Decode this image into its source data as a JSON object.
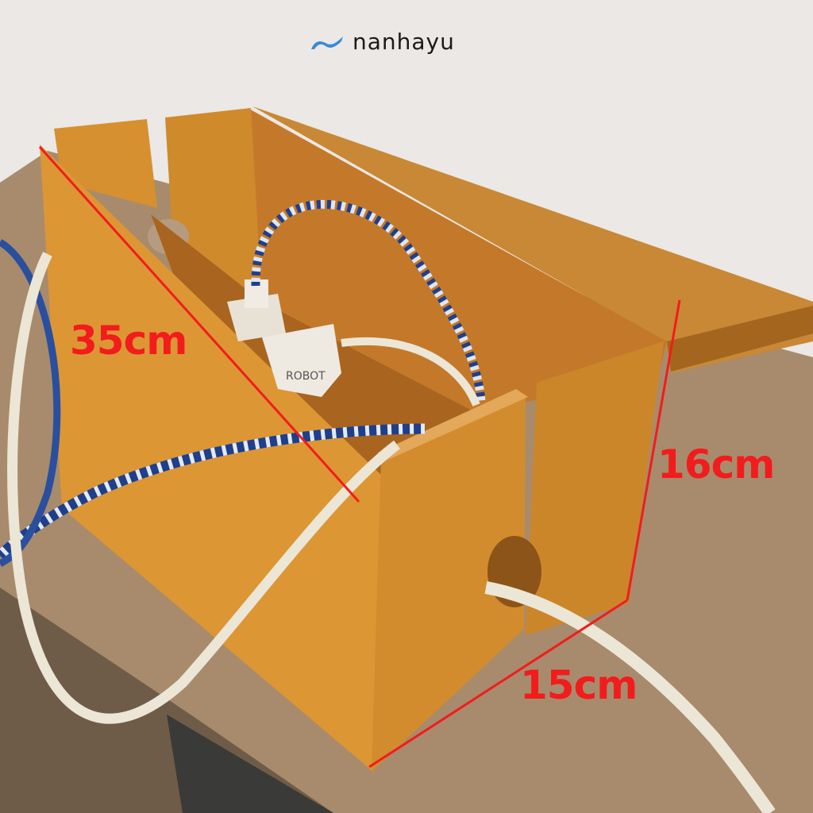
{
  "brand": {
    "name": "nanhayu",
    "accent": "#3a8ad6"
  },
  "charger_label": "ROBOT",
  "dimensions": {
    "length": "35cm",
    "height": "16cm",
    "width": "15cm"
  },
  "colors": {
    "wood": "#d9922e",
    "desk": "#a88b6c",
    "wall": "#ebe8e5",
    "dimension_line": "#f21c1c",
    "cable_blue": "#1f3f8c",
    "cable_white": "#ece6d6"
  }
}
